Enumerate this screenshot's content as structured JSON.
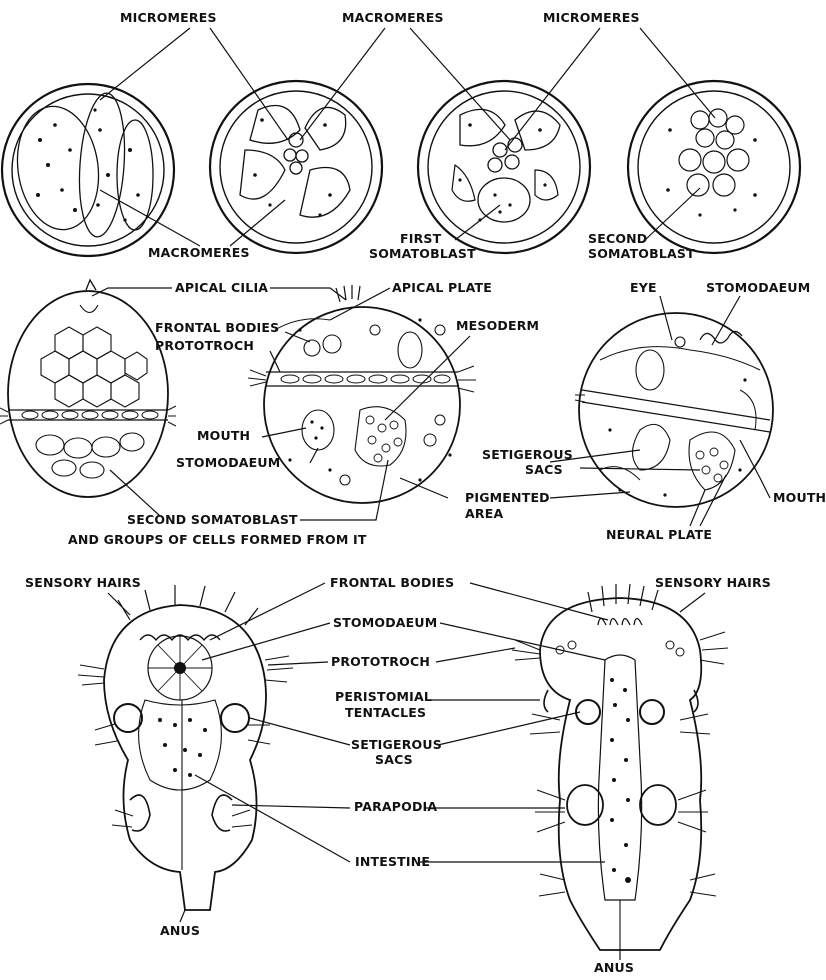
{
  "labels": {
    "micromeres_1": "MICROMERES",
    "macromeres_top": "MACROMERES",
    "micromeres_2": "MICROMERES",
    "macromeres_bottom": "MACROMERES",
    "first_somatoblast_1": "FIRST",
    "first_somatoblast_2": "SOMATOBLAST",
    "second_somatoblast_1": "SECOND",
    "second_somatoblast_2": "SOMATOBLAST",
    "apical_cilia": "APICAL CILIA",
    "apical_plate": "APICAL PLATE",
    "frontal_bodies_mid": "FRONTAL BODIES",
    "prototroch_mid": "PROTOTROCH",
    "mesoderm": "MESODERM",
    "eye": "EYE",
    "stomodaeum_right": "STOMODAEUM",
    "mouth_mid": "MOUTH",
    "stomodaeum_mid": "STOMODAEUM",
    "setigerous_sacs_mid_1": "SETIGEROUS",
    "setigerous_sacs_mid_2": "SACS",
    "mouth_right": "MOUTH",
    "pigmented_area_1": "PIGMENTED",
    "pigmented_area_2": "AREA",
    "second_somatoblast_caption_1": "SECOND SOMATOBLAST",
    "second_somatoblast_caption_2": "AND GROUPS OF CELLS FORMED FROM IT",
    "neural_plate": "NEURAL PLATE",
    "sensory_hairs_left": "SENSORY HAIRS",
    "frontal_bodies_bottom": "FRONTAL BODIES",
    "sensory_hairs_right": "SENSORY HAIRS",
    "stomodaeum_bottom": "STOMODAEUM",
    "prototroch_bottom": "PROTOTROCH",
    "peristomial_tentacles_1": "PERISTOMIAL",
    "peristomial_tentacles_2": "TENTACLES",
    "setigerous_sacs_bottom_1": "SETIGEROUS",
    "setigerous_sacs_bottom_2": "SACS",
    "parapodia": "PARAPODIA",
    "intestine": "INTESTINE",
    "anus_left": "ANUS",
    "anus_right": "ANUS"
  }
}
